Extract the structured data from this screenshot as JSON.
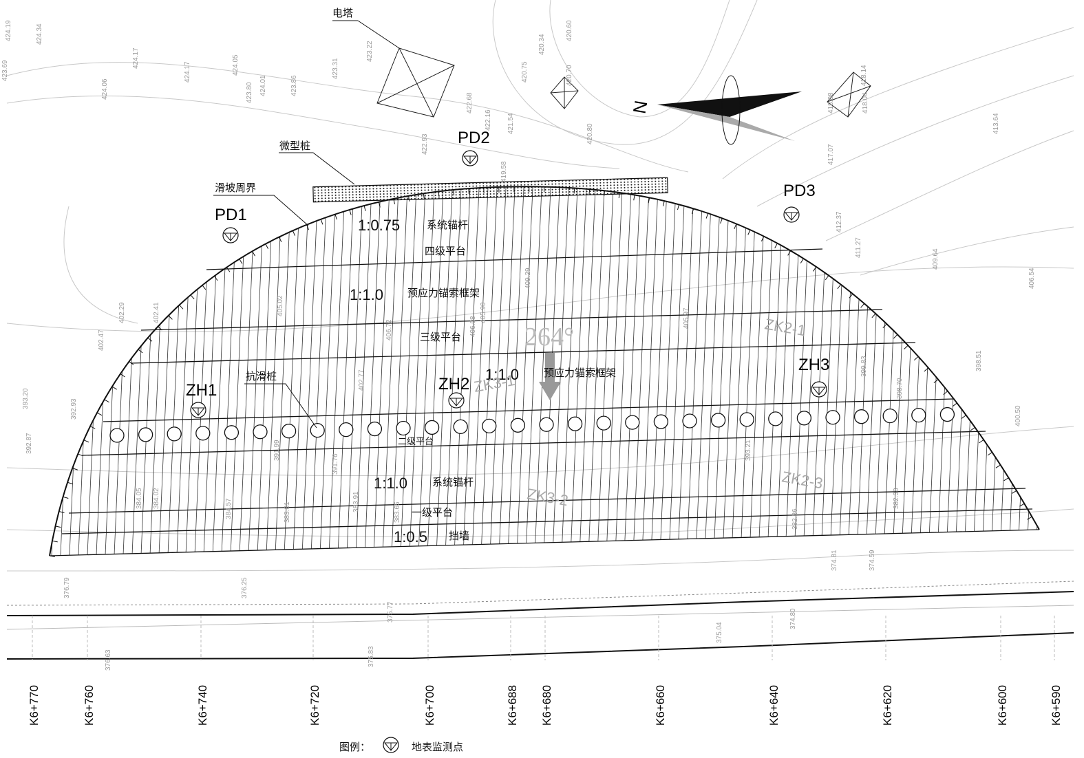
{
  "labels": {
    "tower": "电塔",
    "micro_pile": "微型桩",
    "boundary": "滑坡周界",
    "anti_slide_pile": "抗滑桩",
    "azimuth": "264°",
    "north": "N"
  },
  "slopes": [
    {
      "ratio": "1:0.75",
      "treatment": "系统锚杆"
    },
    {
      "ratio": "1:1.0",
      "treatment": "预应力锚索框架"
    },
    {
      "ratio": "1:1.0",
      "treatment": "预应力锚索框架"
    },
    {
      "ratio": "1:1.0",
      "treatment": "系统锚杆"
    },
    {
      "ratio": "1:0.5",
      "treatment": "挡墙"
    }
  ],
  "platforms": [
    "四级平台",
    "三级平台",
    "二级平台",
    "一级平台"
  ],
  "monitoring_points": [
    "PD1",
    "PD2",
    "PD3",
    "ZH1",
    "ZH2",
    "ZH3"
  ],
  "boreholes": [
    "ZK3-1",
    "ZK3-2",
    "ZK2-1",
    "ZK2-3"
  ],
  "chainages": [
    "K6+770",
    "K6+760",
    "K6+740",
    "K6+720",
    "K6+700",
    "K6+688",
    "K6+680",
    "K6+660",
    "K6+640",
    "K6+620",
    "K6+600",
    "K6+590"
  ],
  "elevations": [
    "424.19",
    "424.34",
    "423.69",
    "424.17",
    "424.17",
    "424.05",
    "423.31",
    "423.22",
    "423.86",
    "424.01",
    "423.80",
    "424.06",
    "422.68",
    "422.16",
    "421.54",
    "422.93",
    "420.75",
    "420.34",
    "420.60",
    "420.70",
    "420.80",
    "419.58",
    "418.14",
    "418.08",
    "418.04",
    "417.07",
    "413.64",
    "412.37",
    "411.27",
    "409.64",
    "409.29",
    "406.54",
    "405.97",
    "405.02",
    "402.29",
    "402.41",
    "402.47",
    "393.20",
    "392.93",
    "392.87",
    "391.99",
    "393.21",
    "391.76",
    "383.91",
    "383.81",
    "383.65",
    "382.26",
    "382.38",
    "384.05",
    "384.57",
    "384.02",
    "375.77",
    "376.79",
    "376.25",
    "375.83",
    "376.63",
    "375.04",
    "374.80",
    "374.81",
    "374.59",
    "399.83",
    "398.70",
    "398.51",
    "400.50",
    "406.08",
    "405.90",
    "406.72",
    "402.77"
  ],
  "legend": {
    "title": "图例：",
    "item": "地表监测点"
  }
}
